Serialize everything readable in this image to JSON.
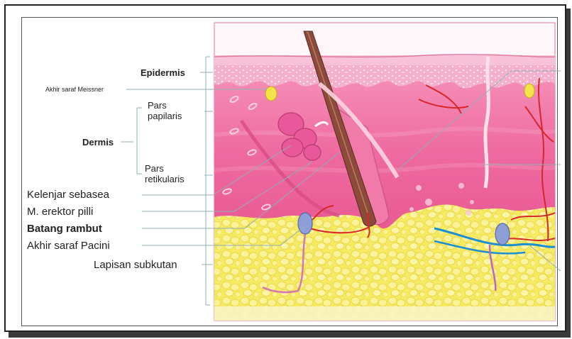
{
  "labels": {
    "epidermis": "Epidermis",
    "meissner": "Akhir saraf Meissner",
    "dermis": "Dermis",
    "pars_papilaris_1": "Pars",
    "pars_papilaris_2": "papilaris",
    "pars_retikularis_1": "Pars",
    "pars_retikularis_2": "retikularis",
    "kelenjar": "Kelenjar sebasea",
    "erektor": "M. erektor pilli",
    "batang": "Batang rambut",
    "pacini": "Akhir saraf Pacini",
    "subkutan": "Lapisan subkutan"
  },
  "colors": {
    "epidermis": "#f2a6c6",
    "dermis": "#ec5f98",
    "subcutaneous": "#f7ec6a",
    "hair": "#8b4a3a",
    "vessel_red": "#d8262a",
    "vessel_blue": "#1b8fd0",
    "pacini": "#8d9fd6"
  }
}
